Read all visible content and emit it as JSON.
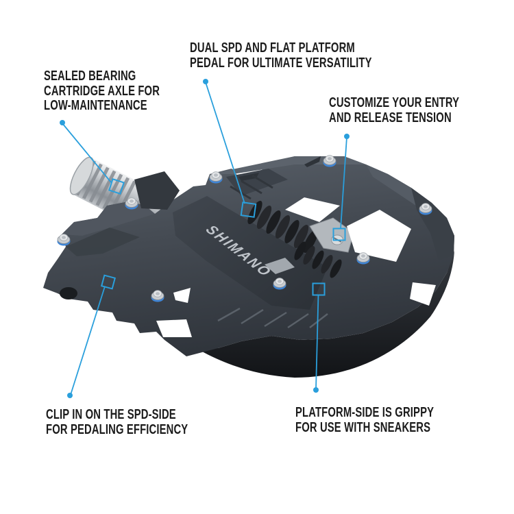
{
  "image": {
    "background_color": "#ffffff",
    "accent_blue": "#2a9fdc",
    "text_color": "#1b1b1b"
  },
  "product": {
    "brand": "SHIMANO",
    "kind": "dual-sided SPD / flat platform bike pedal",
    "body_color": "#454b53",
    "underside_color": "#17191c",
    "axle_color": "#d9dbdd",
    "pin_ring_color": "#3f86d8"
  },
  "annotations": {
    "sealed_bearing": {
      "line1": "SEALED BEARING",
      "line2": "CARTRIDGE AXLE FOR",
      "line3": "LOW-MAINTENANCE"
    },
    "dual_spd": {
      "line1": "DUAL SPD AND FLAT PLATFORM",
      "line2": "PEDAL FOR ULTIMATE VERSATILITY"
    },
    "customize": {
      "line1": "CUSTOMIZE YOUR ENTRY",
      "line2": "AND RELEASE TENSION"
    },
    "clip_in": {
      "line1": "CLIP IN ON THE SPD-SIDE",
      "line2": "FOR PEDALING EFFICIENCY"
    },
    "platform": {
      "line1": "PLATFORM-SIDE IS GRIPPY",
      "line2": "FOR USE WITH SNEAKERS"
    }
  }
}
